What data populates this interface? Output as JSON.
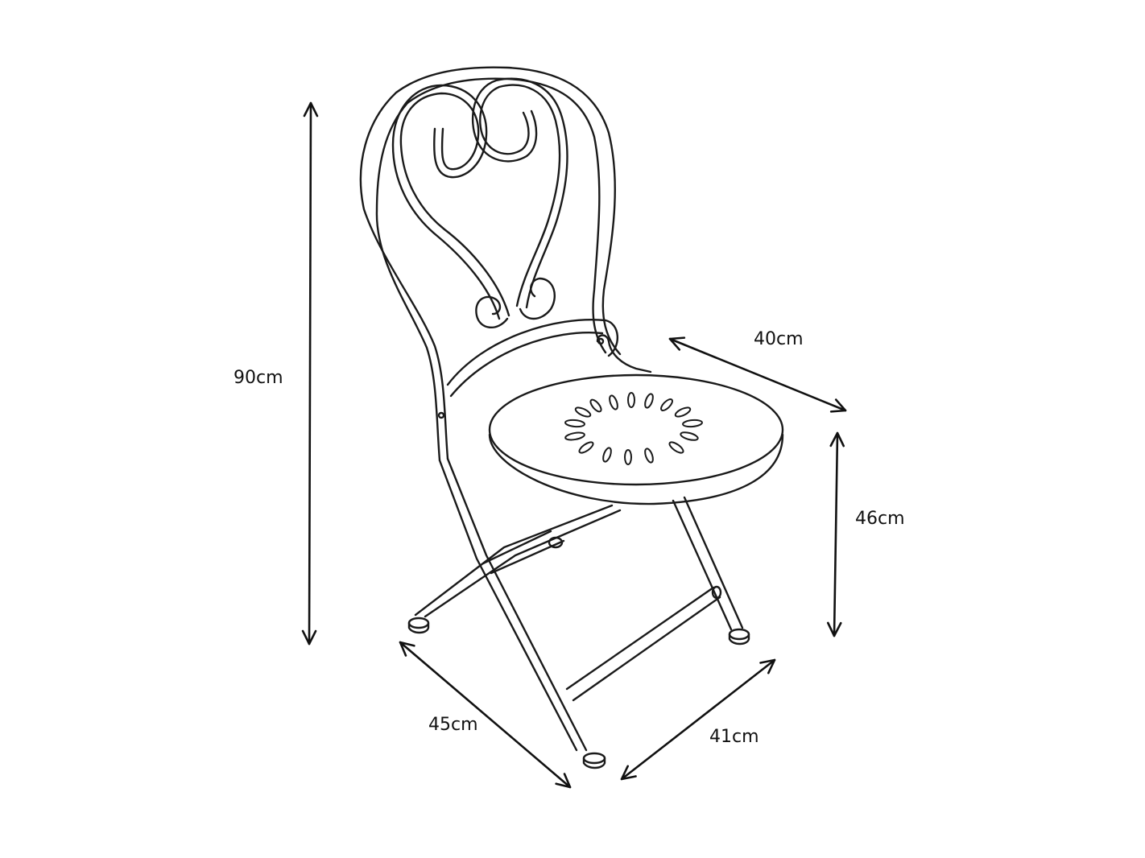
{
  "diagram": {
    "subject": "folding bistro chair",
    "line_color": "#1a1a1a",
    "background": "#ffffff",
    "dimensions": {
      "height": "90cm",
      "seat_depth": "40cm",
      "seat_height": "46cm",
      "base_depth": "45cm",
      "base_width": "41cm"
    }
  }
}
